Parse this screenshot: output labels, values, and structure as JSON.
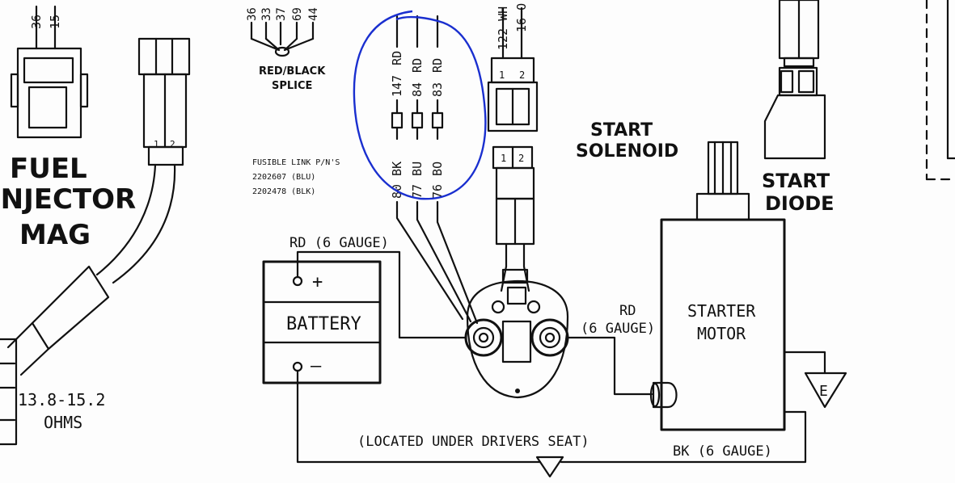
{
  "labels": {
    "fuel_injector": [
      "FUEL",
      "INJECTOR",
      "MAG"
    ],
    "resistance": [
      "13.8-15.2",
      "OHMS"
    ],
    "splice": [
      "RED/BLACK",
      "SPLICE"
    ],
    "splice_wires": [
      "36",
      "33",
      "37",
      "69",
      "44"
    ],
    "injector_top_wires": [
      "36",
      "15"
    ],
    "fusible": [
      "FUSIBLE LINK P/N'S",
      "2202607 (BLU)",
      "2202478 (BLK)"
    ],
    "link_wires": [
      {
        "num": "147",
        "color": "RD"
      },
      {
        "num": "84",
        "color": "RD"
      },
      {
        "num": "83",
        "color": "RD"
      }
    ],
    "link_lower_wires": [
      {
        "num": "80",
        "color": "BK"
      },
      {
        "num": "77",
        "color": "BU"
      },
      {
        "num": "76",
        "color": "BO"
      }
    ],
    "solenoid_top_wires": [
      "122 WH",
      "16 O"
    ],
    "connector_pins": [
      "1",
      "2"
    ],
    "start_solenoid": [
      "START",
      "SOLENOID"
    ],
    "start_diode": [
      "START",
      "DIODE"
    ],
    "battery": "BATTERY",
    "plus": "+",
    "minus": "—",
    "rd_6_gauge_top": "RD (6 GAUGE)",
    "rd_6_gauge_right": [
      "RD",
      "(6 GAUGE)"
    ],
    "starter_motor": [
      "STARTER",
      "MOTOR"
    ],
    "located": "(LOCATED UNDER DRIVERS SEAT)",
    "bk_6_gauge": "BK (6 GAUGE)",
    "ground_label": "E"
  },
  "colors": {
    "ink": "#111111",
    "annotation": "#1a2fcf"
  }
}
